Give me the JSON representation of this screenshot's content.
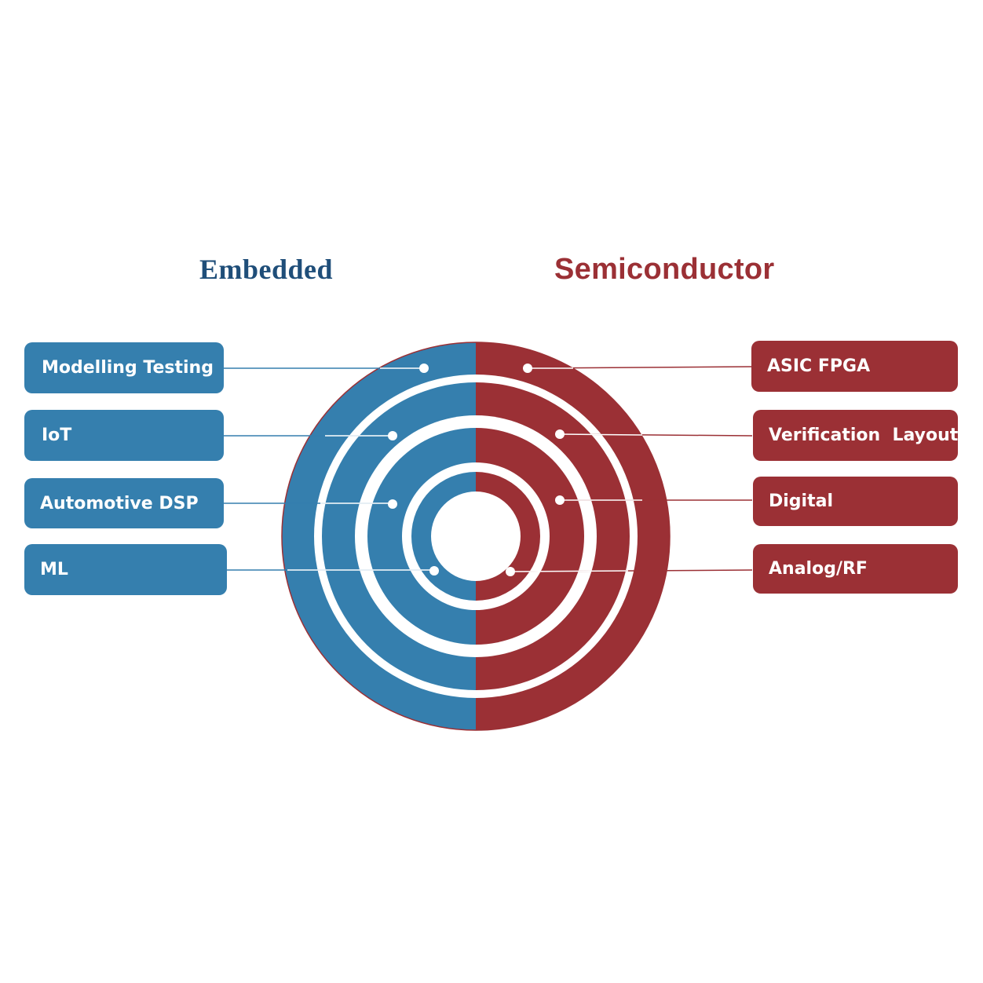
{
  "titles": {
    "left": "Embedded",
    "right": "Semiconductor"
  },
  "colors": {
    "embedded": "#357fae",
    "semiconductor": "#9b3035",
    "background": "#ffffff"
  },
  "left_items": [
    "Modelling Testing",
    "IoT",
    "Automotive DSP",
    "ML"
  ],
  "right_items": [
    "ASIC FPGA",
    "Verification  Layout",
    "Digital",
    "Analog/RF"
  ]
}
